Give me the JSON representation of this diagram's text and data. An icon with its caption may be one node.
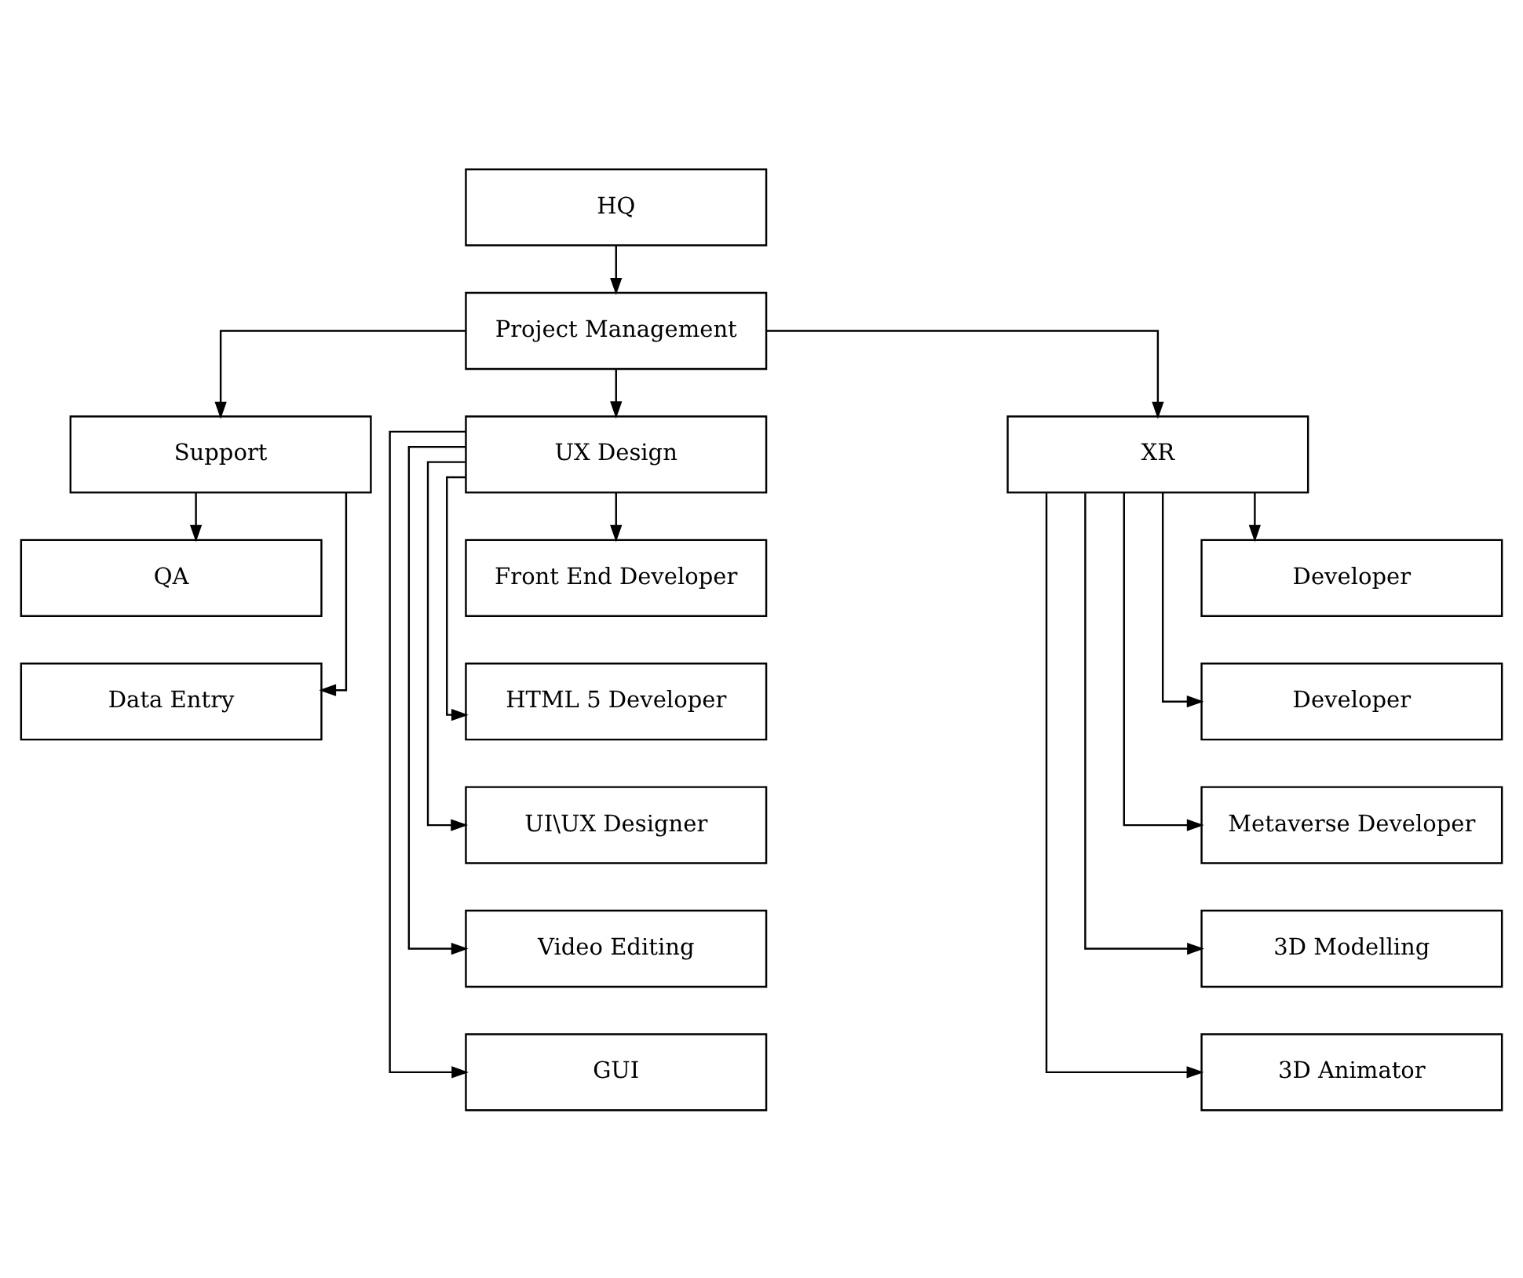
{
  "diagram": {
    "nodes": [
      {
        "text": [
          "HQ"
        ]
      },
      {
        "text": [
          "Project Management"
        ]
      },
      {
        "text": [
          "Support"
        ]
      },
      {
        "text": [
          "UX Design"
        ]
      },
      {
        "text": [
          "XR"
        ]
      },
      {
        "text": [
          "QA"
        ]
      },
      {
        "text": [
          "Data Entry"
        ]
      },
      {
        "text": [
          "Front End Developer"
        ]
      },
      {
        "text": [
          "HTML 5 Developer"
        ]
      },
      {
        "text": [
          "UI\\UX Designer"
        ]
      },
      {
        "text": [
          "Video Editing"
        ]
      },
      {
        "text": [
          "GUI"
        ]
      },
      {
        "text": [
          "Developer"
        ]
      },
      {
        "text": [
          "Developer"
        ]
      },
      {
        "text": [
          "Metaverse Developer"
        ]
      },
      {
        "text": [
          "3D Modelling"
        ]
      },
      {
        "text": [
          "3D Animator"
        ]
      }
    ],
    "edges": [
      {
        "from": 0,
        "to": 1,
        "arrow": "to"
      },
      {
        "from": 1,
        "to": 2,
        "arrow": "to"
      },
      {
        "from": 1,
        "to": 3,
        "arrow": "to"
      },
      {
        "from": 1,
        "to": 4,
        "arrow": "to"
      },
      {
        "from": 2,
        "to": 5,
        "arrow": "to"
      },
      {
        "from": 2,
        "to": 6,
        "arrow": "to"
      },
      {
        "from": 3,
        "to": 7,
        "arrow": "to"
      },
      {
        "from": 3,
        "to": 8,
        "arrow": "to"
      },
      {
        "from": 3,
        "to": 9,
        "arrow": "to"
      },
      {
        "from": 3,
        "to": 10,
        "arrow": "to"
      },
      {
        "from": 3,
        "to": 11,
        "arrow": "to"
      },
      {
        "from": 4,
        "to": 12,
        "arrow": "to"
      },
      {
        "from": 4,
        "to": 13,
        "arrow": "to"
      },
      {
        "from": 4,
        "to": 14,
        "arrow": "to"
      },
      {
        "from": 4,
        "to": 15,
        "arrow": "to"
      },
      {
        "from": 4,
        "to": 16,
        "arrow": "to"
      }
    ]
  }
}
